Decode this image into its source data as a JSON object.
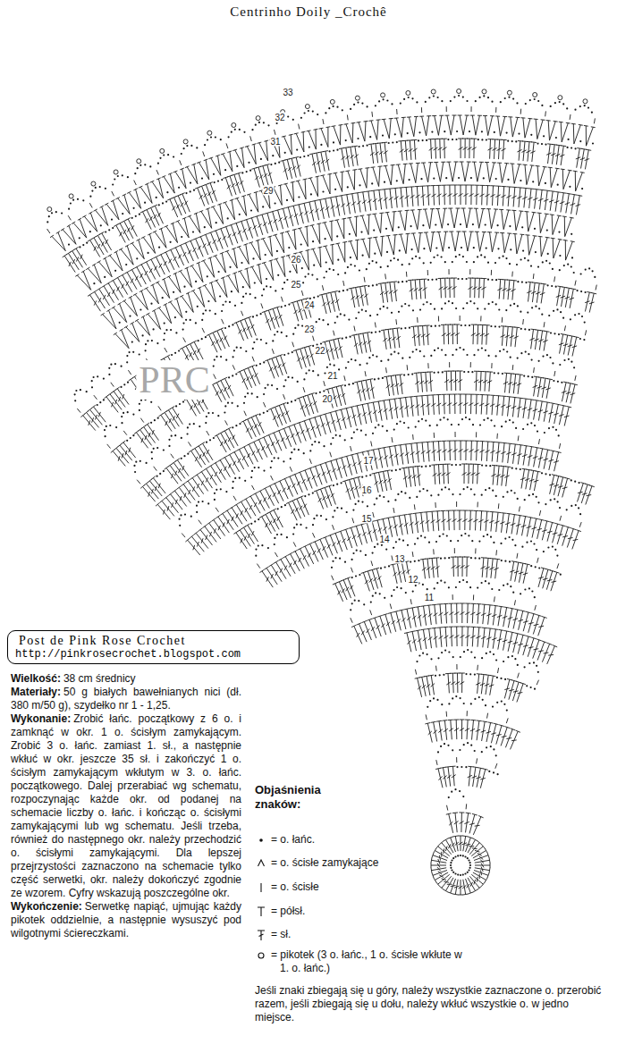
{
  "diagram": {
    "title": "Centrinho Doily _Crochê",
    "nodes": [
      {
        "text": [
          "Post de Pink Rose Crochet",
          "http://pinkrosecrochet.blogspot.com"
        ]
      }
    ],
    "labels": [
      "33",
      "32",
      "31",
      "29",
      "26",
      "25",
      "24",
      "23",
      "22",
      "21",
      "20",
      "PRC",
      "17",
      "16",
      "15",
      "14",
      "13",
      "12",
      "11",
      "Wielkość:",
      "38 cm średnicy",
      "Materiały:",
      "50 g białych bawełnianych nici (dł. 380 m/50 g), szydełko nr 1 - 1,25.",
      "Wykonanie:",
      "Zrobić łańc. początkowy z 6 o. i zamknąć w okr. 1 o. ścisłym zamykającym. Zrobić 3 o. łańc. zamiast 1. sł., a następnie wkłuć w okr. jeszcze 35 sł. i zakończyć 1 o. ścisłym zamykającym wkłutym w 3. o. łańc. początkowego. Dalej przerabiać wg schematu, rozpoczynając każde okr. od podanej na schemacie liczby o. łańc. i kończąc o. ścisłymi zamykającymi lub wg schematu. Jeśli trzeba, również do następnego okr. należy przechodzić o. ścisłymi zamykającymi. Dla lepszej przejrzystości zaznaczono na schemacie tylko część serwetki, okr. należy dokończyć zgodnie ze wzorem. Cyfry wskazują poszczególne okr.",
      "Wykończenie:",
      "Serwetkę napiąć, ujmując każdy pikotek oddzielnie, a następnie wysuszyć pod wilgotnymi ściereczkami.",
      "Objaśnienia znaków:",
      "Jeśli znaki zbiegają się u góry, należy wszystkie zaznaczone o. przerobić razem, jeśli zbiegają się u dołu, należy wkłuć wszystkie o. w jedno miejsce."
    ],
    "legend": [
      {
        "text": "= o. łańc."
      },
      {
        "text": "= o. ścisłe zamykające"
      },
      {
        "text": "= o. ścisłe"
      },
      {
        "text": "= półsł."
      },
      {
        "text": "= sł."
      },
      {
        "text": "= pikotek (3 o. łańc., 1 o. ścisłe wkłute w 1. o. łańc.)"
      }
    ]
  }
}
